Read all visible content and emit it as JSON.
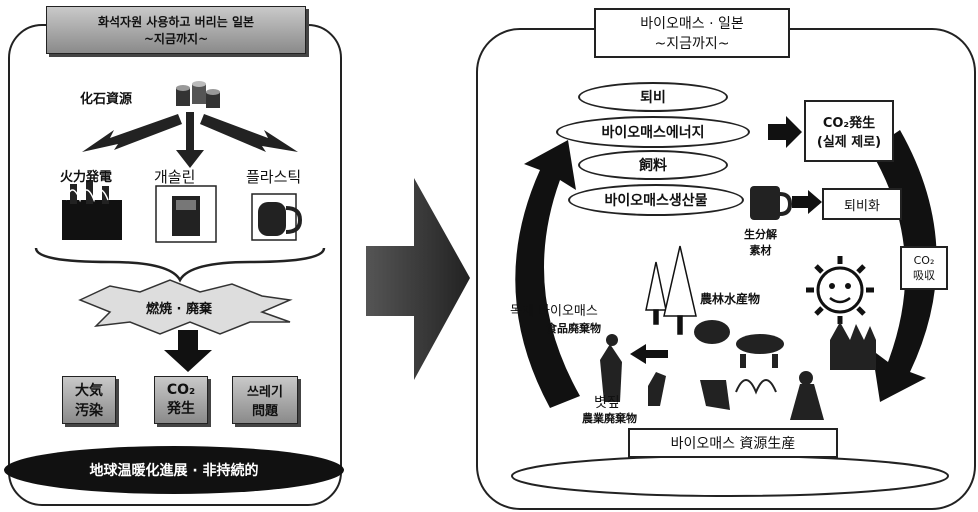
{
  "left_panel": {
    "title_line1": "화석자원 사용하고 버리는 일본",
    "title_line2": "~지금까지~",
    "fossil_label": "化石資源",
    "branches": [
      "火力発電",
      "개솔린",
      "플라스틱"
    ],
    "burst_label": "燃焼 · 廃棄",
    "outcomes": [
      "大気\n汚染",
      "CO₂\n発生",
      "쓰레기\n問題"
    ],
    "footer": "地球温暖化進展 · 非持続的"
  },
  "right_panel": {
    "title_line1": "바이오매스 · 일본",
    "title_line2": "~지금까지~",
    "pills": [
      "퇴비",
      "바이오매스에너지",
      "飼料",
      "바이오매스생산물"
    ],
    "co2_box_line1": "CO₂発生",
    "co2_box_line2": "(실제 제로)",
    "compost_box": "퇴비화",
    "biodegradable_line1": "生分解",
    "biodegradable_line2": "素材",
    "co2_absorb_line1": "CO₂",
    "co2_absorb_line2": "吸収",
    "agri_label": "農林水産物",
    "wood_label": "목재 바이오매스",
    "food_waste_label": "食品廃棄物",
    "straw_label": "볏짚",
    "agri_waste_label": "農業廃棄物",
    "resource_box": "바이오매스 資源生産"
  }
}
